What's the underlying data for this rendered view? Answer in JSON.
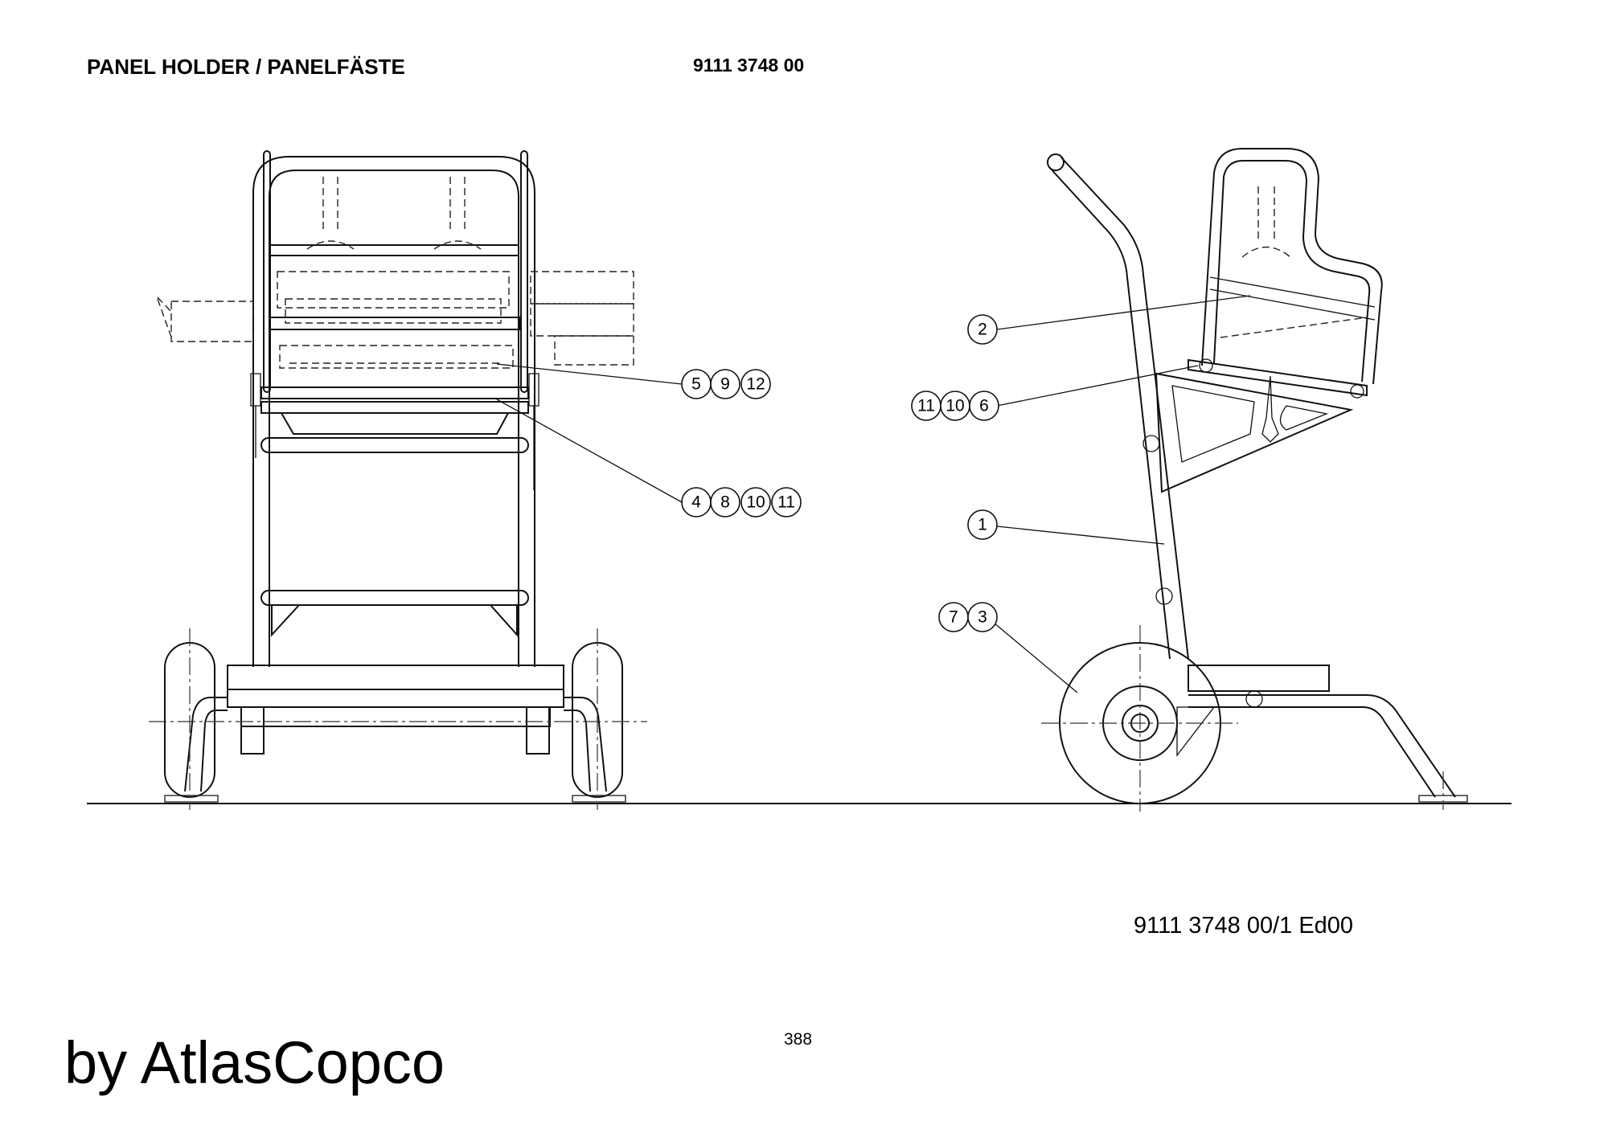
{
  "header": {
    "title": "PANEL HOLDER / PANELFÄSTE",
    "part_number": "9111 3748 00"
  },
  "footer": {
    "drawing_number": "9111 3748 00/1  Ed00",
    "page_number": "388",
    "brand": "by AtlasCopco"
  },
  "callouts": {
    "front_5": "5",
    "front_9": "9",
    "front_12": "12",
    "front_4": "4",
    "front_8": "8",
    "front_10": "10",
    "front_11": "11",
    "side_2": "2",
    "side_11": "11",
    "side_10": "10",
    "side_6": "6",
    "side_1": "1",
    "side_7": "7",
    "side_3": "3"
  }
}
